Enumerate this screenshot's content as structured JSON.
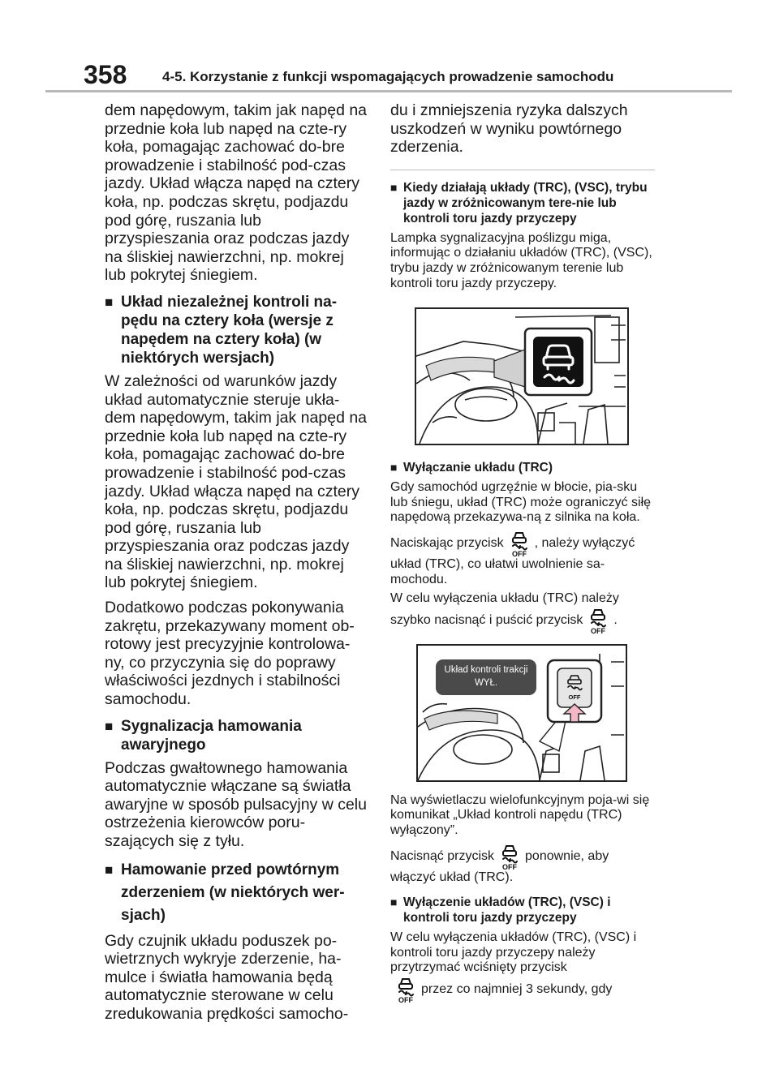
{
  "header": {
    "page_number": "358",
    "chapter_title": "4-5. Korzystanie z funkcji wspomagających prowadzenie samochodu"
  },
  "left": {
    "p1": "dem napędowym, takim jak napęd na przednie koła lub napęd na czte-ry koła, pomagając zachować do-bre prowadzenie i stabilność pod-czas jazdy. Układ włącza napęd na cztery koła, np. podczas skrętu, podjazdu pod górę, ruszania lub przyspieszania oraz podczas jazdy na śliskiej nawierzchni, np. mokrej lub pokrytej śniegiem.",
    "h1": "Układ niezależnej kontroli na-pędu na cztery koła (wersje z napędem na cztery koła) (w niektórych wersjach)",
    "p2": "W zależności od warunków jazdy układ automatycznie steruje ukła-dem napędowym, takim jak napęd na przednie koła lub napęd na czte-ry koła, pomagając zachować do-bre prowadzenie i stabilność pod-czas jazdy. Układ włącza napęd na cztery koła, np. podczas skrętu, podjazdu pod górę, ruszania lub przyspieszania oraz podczas jazdy na śliskiej nawierzchni, np. mokrej lub pokrytej śniegiem.",
    "p3": "Dodatkowo podczas pokonywania zakrętu, przekazywany moment ob-rotowy jest precyzyjnie kontrolowa-ny, co przyczynia się do poprawy właściwości jezdnych i stabilności samochodu.",
    "h2": "Sygnalizacja hamowania awaryjnego",
    "p4": "Podczas gwałtownego hamowania automatycznie włączane są światła awaryjne w sposób pulsacyjny w celu ostrzeżenia kierowców poru-szających się z tyłu.",
    "h3": "Hamowanie przed powtórnym zderzeniem (w niektórych wer-sjach)",
    "p5": "Gdy czujnik układu poduszek po-wietrznych wykryje zderzenie, ha-mulce i światła hamowania będą automatycznie sterowane w celu zredukowania prędkości samocho-"
  },
  "right": {
    "p1": "du i zmniejszenia ryzyka dalszych uszkodzeń w wyniku powtórnego zderzenia.",
    "h1": "Kiedy działają układy (TRC), (VSC), trybu jazdy w zróżnicowanym tere-nie lub kontroli toru jazdy przyczepy",
    "p2": "Lampka sygnalizacyjna poślizgu miga, informując o działaniu układów (TRC), (VSC), trybu jazdy w zróżnicowanym terenie lub kontroli toru jazdy przyczepy.",
    "h2": "Wyłączanie układu (TRC)",
    "p3": "Gdy samochód ugrzęźnie w błocie, pia-sku lub śniegu, układ (TRC) może ograniczyć siłę napędową przekazywa-ną z silnika na koła.",
    "p4a": "Naciskając przycisk",
    "p4b": ", należy wyłączyć układ (TRC), co ułatwi uwolnienie sa-mochodu.",
    "p5a": "W celu wyłączenia układu (TRC) należy szybko nacisnąć i puścić przycisk",
    "p5b": ".",
    "figure2_caption_line1": "Układ kontroli trakcji",
    "figure2_caption_line2": "WYŁ.",
    "p6": "Na wyświetlaczu wielofunkcyjnym poja-wi się komunikat „Układ kontroli napędu (TRC) wyłączony”.",
    "p7a": "Nacisnąć przycisk",
    "p7b": "ponownie, aby włączyć układ (TRC).",
    "h3": "Wyłączenie układów (TRC), (VSC) i kontroli toru jazdy przyczepy",
    "p8": "W celu wyłączenia układów (TRC), (VSC) i kontroli toru jazdy przyczepy należy przytrzymać wciśnięty przycisk",
    "p9": "przez co najmniej 3 sekundy, gdy"
  },
  "icons": {
    "square_bullet": "■",
    "off_label": "OFF"
  }
}
